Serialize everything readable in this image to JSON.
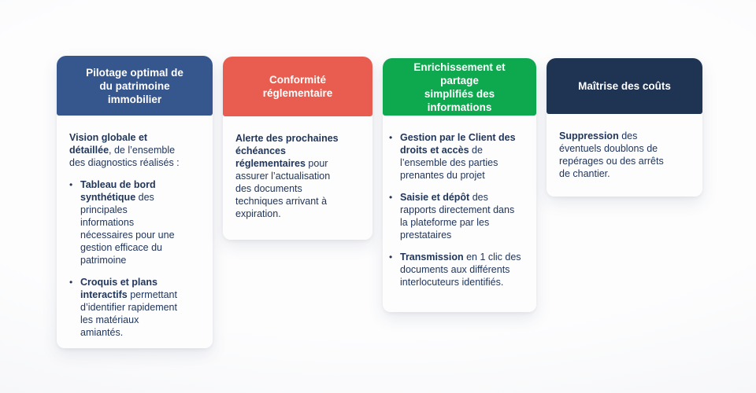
{
  "bullet_glyph": "•",
  "colors": {
    "body_text": "#21365b",
    "header_text": "#ffffff",
    "card_body_background": "#fdfdfe",
    "blue": "#36568e",
    "red": "#e85d50",
    "green": "#0ea84f",
    "navy": "#1f3353"
  },
  "cards": [
    {
      "name": "pilotage-patrimoine",
      "header": {
        "label": "Pilotage optimal de\ndu patrimoine\nimmobilier",
        "color": "#36568e"
      },
      "body": {
        "blocks": [
          {
            "type": "paragraph",
            "segments": [
              {
                "text": "Vision globale et\ndétaillée",
                "bold": true
              },
              {
                "text": ", de l’ensemble\ndes diagnostics réalisés :",
                "bold": false
              }
            ]
          },
          {
            "type": "bullet",
            "segments": [
              {
                "text": "Tableau de bord\nsynthétique",
                "bold": true
              },
              {
                "text": " des\nprincipales\ninformations\nnécessaires pour une\ngestion efficace du\npatrimoine",
                "bold": false
              }
            ]
          },
          {
            "type": "bullet",
            "segments": [
              {
                "text": "Croquis et plans\ninteractifs",
                "bold": true
              },
              {
                "text": " permettant\nd’identifier rapidement\nles matériaux\namiantés.",
                "bold": false
              }
            ]
          }
        ]
      }
    },
    {
      "name": "conformite-reglementaire",
      "header": {
        "label": "Conformité\nréglementaire",
        "color": "#e85d50"
      },
      "body": {
        "blocks": [
          {
            "type": "paragraph",
            "segments": [
              {
                "text": "Alerte des prochaines\néchéances\nréglementaires",
                "bold": true
              },
              {
                "text": " pour\nassurer l’actualisation\ndes documents\ntechniques arrivant à\nexpiration.",
                "bold": false
              }
            ]
          }
        ]
      }
    },
    {
      "name": "enrichissement-partage",
      "header": {
        "label": "Enrichissement et\npartage\nsimplifiés des\ninformations",
        "color": "#0ea84f"
      },
      "body": {
        "blocks": [
          {
            "type": "bullet",
            "segments": [
              {
                "text": "Gestion par le Client des\ndroits et accès",
                "bold": true
              },
              {
                "text": " de\nl’ensemble des parties\nprenantes du projet",
                "bold": false
              }
            ]
          },
          {
            "type": "bullet",
            "segments": [
              {
                "text": "Saisie et dépôt",
                "bold": true
              },
              {
                "text": " des\nrapports directement dans\nla plateforme par les\nprestataires",
                "bold": false
              }
            ]
          },
          {
            "type": "bullet",
            "segments": [
              {
                "text": "Transmission",
                "bold": true
              },
              {
                "text": " en 1 clic des\ndocuments aux différents\ninterlocuteurs identifiés.",
                "bold": false
              }
            ]
          }
        ]
      }
    },
    {
      "name": "maitrise-couts",
      "header": {
        "label": "Maîtrise des coûts",
        "color": "#1f3353"
      },
      "body": {
        "blocks": [
          {
            "type": "paragraph",
            "segments": [
              {
                "text": "Suppression",
                "bold": true
              },
              {
                "text": " des\néventuels doublons de\nrepérages ou des arrêts\nde chantier.",
                "bold": false
              }
            ]
          }
        ]
      }
    }
  ]
}
